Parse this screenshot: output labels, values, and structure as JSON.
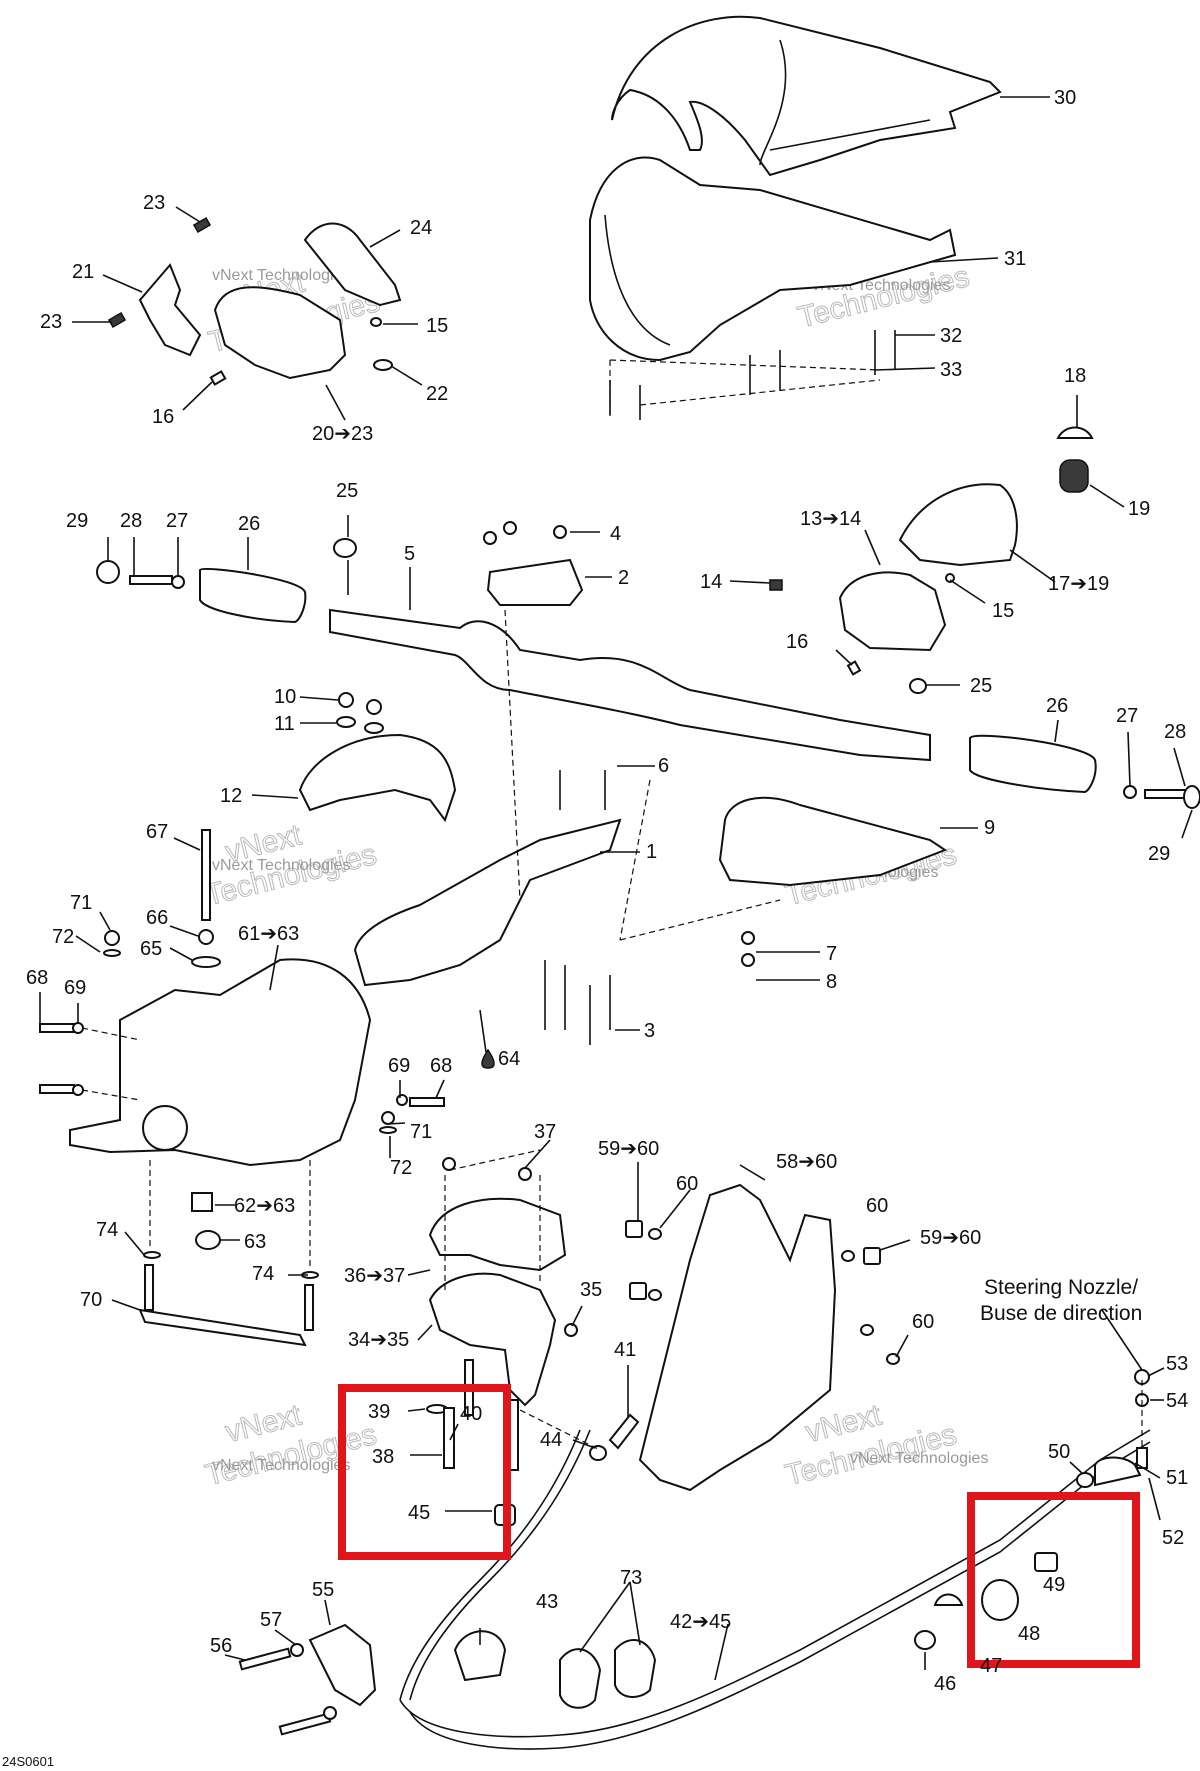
{
  "diagram": {
    "highlight_color": "#e0141b",
    "footer_code": "24S0601",
    "watermark": {
      "line1": "vNext",
      "line2": "Technologies",
      "small": "vNext Technologies"
    },
    "nozzle_title": {
      "line1": "Steering Nozzle/",
      "line2": "Buse de direction"
    },
    "callouts": {
      "c30": "30",
      "c31": "31",
      "c32": "32",
      "c33": "33",
      "c23a": "23",
      "c24": "24",
      "c21": "21",
      "c23b": "23",
      "c15a": "15",
      "c22": "22",
      "c16a": "16",
      "c20": "20➔23",
      "c18": "18",
      "c19": "19",
      "c25a": "25",
      "c29a": "29",
      "c28a": "28",
      "c27a": "27",
      "c26a": "26",
      "c5": "5",
      "c4": "4",
      "c2": "2",
      "c13": "13➔14",
      "c14": "14",
      "c17": "17➔19",
      "c15b": "15",
      "c16b": "16",
      "c25b": "25",
      "c26b": "26",
      "c27b": "27",
      "c28b": "28",
      "c29b": "29",
      "c10": "10",
      "c11": "11",
      "c12": "12",
      "c6": "6",
      "c1": "1",
      "c9": "9",
      "c67": "67",
      "c71a": "71",
      "c72a": "72",
      "c66": "66",
      "c65": "65",
      "c61": "61➔63",
      "c68a": "68",
      "c69a": "69",
      "c7": "7",
      "c8": "8",
      "c3": "3",
      "c64": "64",
      "c69b": "69",
      "c68b": "68",
      "c71b": "71",
      "c72b": "72",
      "c37": "37",
      "c59a": "59➔60",
      "c60a": "60",
      "c58": "58➔60",
      "c62": "62➔63",
      "c63": "63",
      "c74a": "74",
      "c74b": "74",
      "c70": "70",
      "c36": "36➔37",
      "c60b": "60",
      "c59b": "59➔60",
      "c35": "35",
      "c34": "34➔35",
      "c60c": "60",
      "c41": "41",
      "c53": "53",
      "c54": "54",
      "c39": "39",
      "c40": "40",
      "c44": "44",
      "c38": "38",
      "c45": "45",
      "c50": "50",
      "c51": "51",
      "c52": "52",
      "c49": "49",
      "c48": "48",
      "c46": "46",
      "c47": "47",
      "c55": "55",
      "c57": "57",
      "c56": "56",
      "c43": "43",
      "c73": "73",
      "c42": "42➔45"
    }
  }
}
